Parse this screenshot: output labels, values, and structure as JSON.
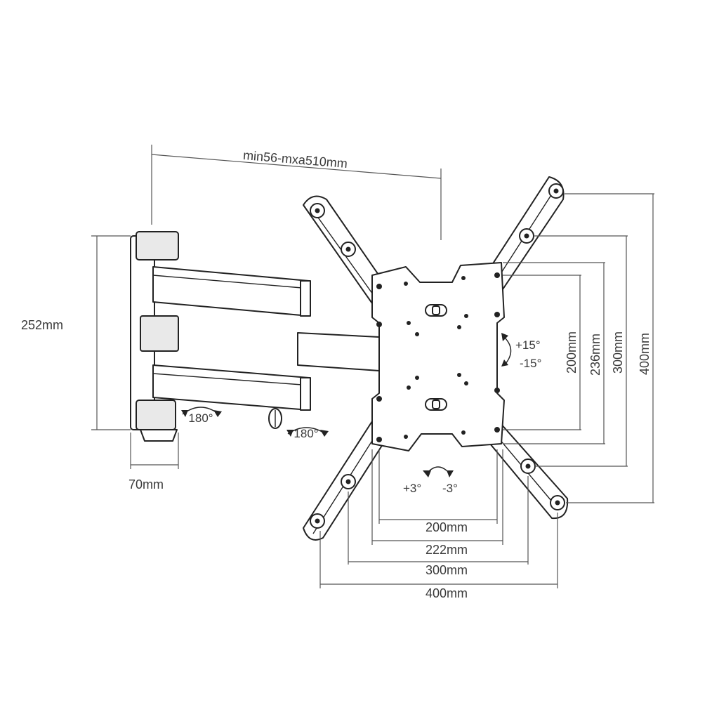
{
  "dimensions": {
    "arm_extension": "min56-mxa510mm",
    "wall_plate_height": "252mm",
    "wall_plate_width": "70mm",
    "vesa_vertical": [
      "200mm",
      "236mm",
      "300mm",
      "400mm"
    ],
    "vesa_horizontal": [
      "200mm",
      "222mm",
      "300mm",
      "400mm"
    ]
  },
  "angles": {
    "swivel_wall": "180°",
    "swivel_arm": "180°",
    "tilt_up": "+15°",
    "tilt_down": "-15°",
    "level_plus": "+3°",
    "level_minus": "-3°"
  },
  "colors": {
    "line": "#222222",
    "dimension": "#555555",
    "text": "#3a3a3a"
  }
}
